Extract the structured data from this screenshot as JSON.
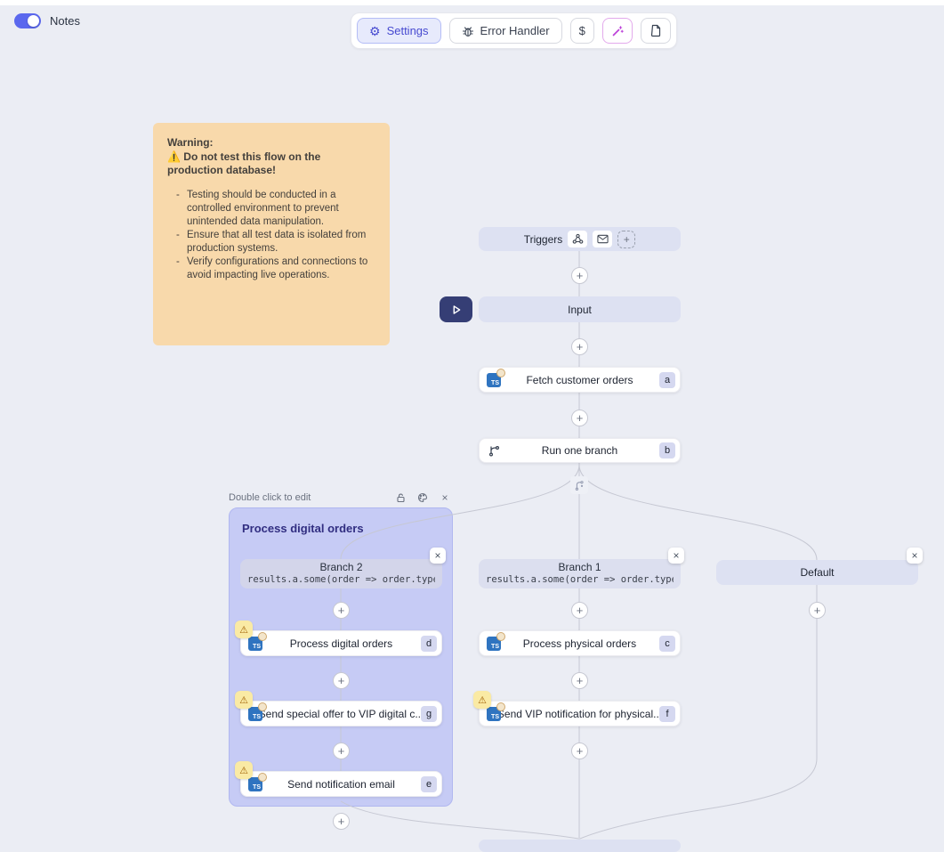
{
  "colors": {
    "accent": "#4649d0",
    "toggle_on": "#5b68ee",
    "group_fill": "#c6cbf5",
    "note_bg": "#f8d9ab",
    "warning_icon": "#a16207",
    "ts_icon_bg": "#2f74c0",
    "play_btn_bg": "#353e75",
    "wand_icon": "#bb3fd8"
  },
  "icons": {
    "plus": "+",
    "close": "×",
    "warning": "⚠",
    "gear": "⚙"
  },
  "header": {
    "notes_label": "Notes",
    "toolbar": {
      "settings_label": "Settings",
      "error_handler_label": "Error Handler",
      "dollar_label": "$"
    }
  },
  "note": {
    "title": "Warning:",
    "alert": "⚠️ Do not test this flow on the production database!",
    "bullets": [
      "Testing should be conducted in a controlled environment to prevent unintended data manipulation.",
      "Ensure that all test data is isolated from production systems.",
      "Verify configurations and connections to avoid impacting live operations."
    ]
  },
  "flow": {
    "triggers_label": "Triggers",
    "input_label": "Input",
    "fetch": {
      "label": "Fetch customer orders",
      "badge": "a"
    },
    "run_one_branch": {
      "label": "Run one branch",
      "badge": "b"
    },
    "group": {
      "hint": "Double click to edit",
      "title": "Process digital orders"
    },
    "branch2": {
      "title": "Branch 2",
      "expr": "results.a.some(order => order.type"
    },
    "branch1": {
      "title": "Branch 1",
      "expr": "results.a.some(order => order.type"
    },
    "default_label": "Default",
    "digital": {
      "label": "Process digital orders",
      "badge": "d"
    },
    "vip_digital": {
      "label": "Send special offer to VIP digital c...",
      "badge": "g"
    },
    "notify_email": {
      "label": "Send notification email",
      "badge": "e"
    },
    "physical": {
      "label": "Process physical orders",
      "badge": "c"
    },
    "vip_physical": {
      "label": "Send VIP notification for physical...",
      "badge": "f"
    }
  }
}
